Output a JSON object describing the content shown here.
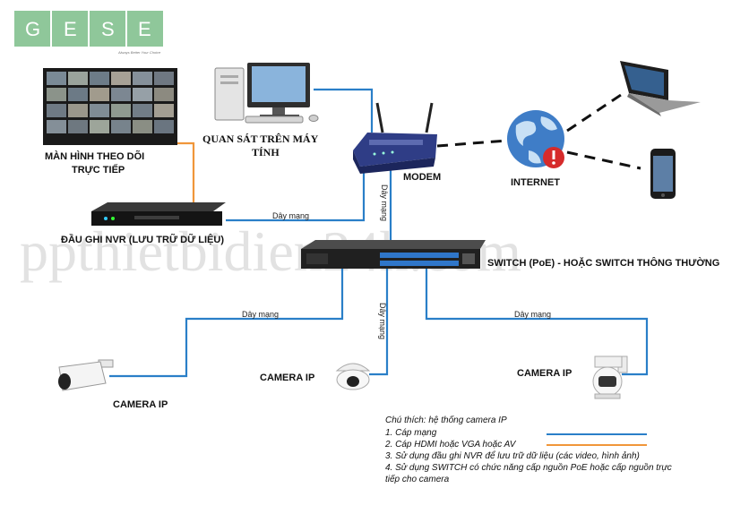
{
  "logo": {
    "letters": [
      "G",
      "E",
      "S",
      "E"
    ],
    "tagline": "Always Better Your Choice",
    "color": "#8fc79a"
  },
  "watermark": "ppthietbidien24h.com",
  "devices": {
    "monitor_wall": "MÀN HÌNH THEO DÕI",
    "monitor_wall_line2": "TRỰC TIẾP",
    "pc": "QUAN SÁT TRÊN MÁY",
    "pc_line2": "TÍNH",
    "modem": "MODEM",
    "internet": "INTERNET",
    "nvr": "ĐẦU GHI NVR (LƯU TRỮ DỮ LIỆU)",
    "switch": "SWITCH (PoE) - HOẶC SWITCH THÔNG THƯỜNG",
    "camera_left": "CAMERA IP",
    "camera_mid": "CAMERA IP",
    "camera_right": "CAMERA IP"
  },
  "cables": {
    "nvr_modem": "Dây mạng",
    "modem_switch": "Dây mạng",
    "switch_camera_left": "Dây mạng",
    "switch_camera_mid": "Dây mạng",
    "switch_camera_right": "Dây mạng"
  },
  "legend": {
    "title": "Chú thích: hệ thống camera IP",
    "items": [
      "1. Cáp mạng",
      "2. Cáp HDMI hoặc VGA hoặc AV",
      "3. Sử dụng đầu ghi NVR để lưu trữ dữ liệu (các video, hình ảnh)",
      "4. Sử dụng SWITCH có chức năng cấp nguồn PoE hoặc cấp nguồn trực",
      "tiếp cho camera"
    ]
  },
  "colors": {
    "network_cable": "#2a7fc8",
    "hdmi_cable": "#f0963a",
    "internet_link": "#111111"
  }
}
